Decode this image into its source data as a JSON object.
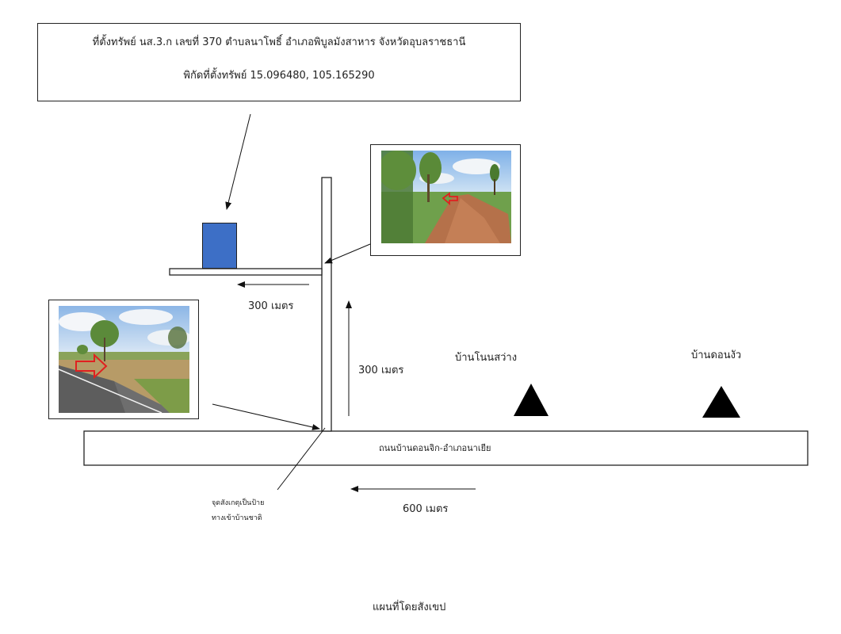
{
  "info_box": {
    "line1": "ที่ตั้งทรัพย์ นส.3.ก เลขที่ 370 ตำบลนาโพธิ์ อำเภอพิบูลมังสาหาร จังหวัดอุบลราชธานี",
    "line2": "พิกัดที่ตั้งทรัพย์ 15.096480, 105.165290"
  },
  "labels": {
    "dist_side_road": "300 เมตร",
    "dist_branch_road": "300 เมตร",
    "dist_main_road": "600 เมตร",
    "main_road": "ถนนบ้านดอนจิก-อำเภอนาเยีย",
    "village_1": "บ้านโนนสว่าง",
    "village_2": "บ้านดอนงัว",
    "landmark_line1": "จุดสังเกตุเป็นป้าย",
    "landmark_line2": "ทางเข้าบ้านชาติ",
    "caption": "แผนที่โดยสังเขป"
  },
  "colors": {
    "property_marker": "#3d6fc6",
    "arrow_marker_on_photo": "#e02020",
    "village_marker": "#000000"
  },
  "icons": {
    "village_marker": "triangle-icon",
    "property_marker": "property-square-icon",
    "photo_arrow": "red-arrow-icon"
  }
}
